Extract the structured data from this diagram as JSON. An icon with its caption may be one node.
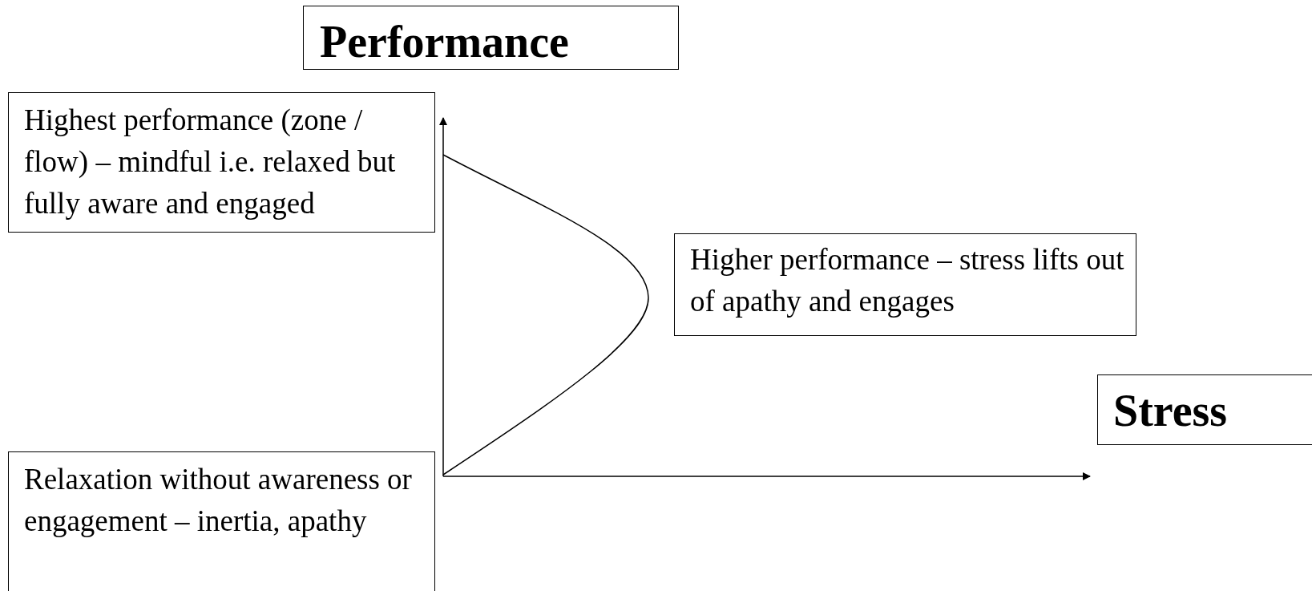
{
  "diagram": {
    "nodes": [
      {
        "text": [
          "Performance"
        ]
      },
      {
        "text": [
          "Highest performance (zone / flow) – mindful i.e. relaxed but fully aware and engaged"
        ]
      },
      {
        "text": [
          "Higher performance – stress lifts out of apathy and engages"
        ]
      },
      {
        "text": [
          "Stress"
        ]
      },
      {
        "text": [
          "Relaxation without awareness or engagement – inertia, apathy"
        ]
      }
    ]
  }
}
